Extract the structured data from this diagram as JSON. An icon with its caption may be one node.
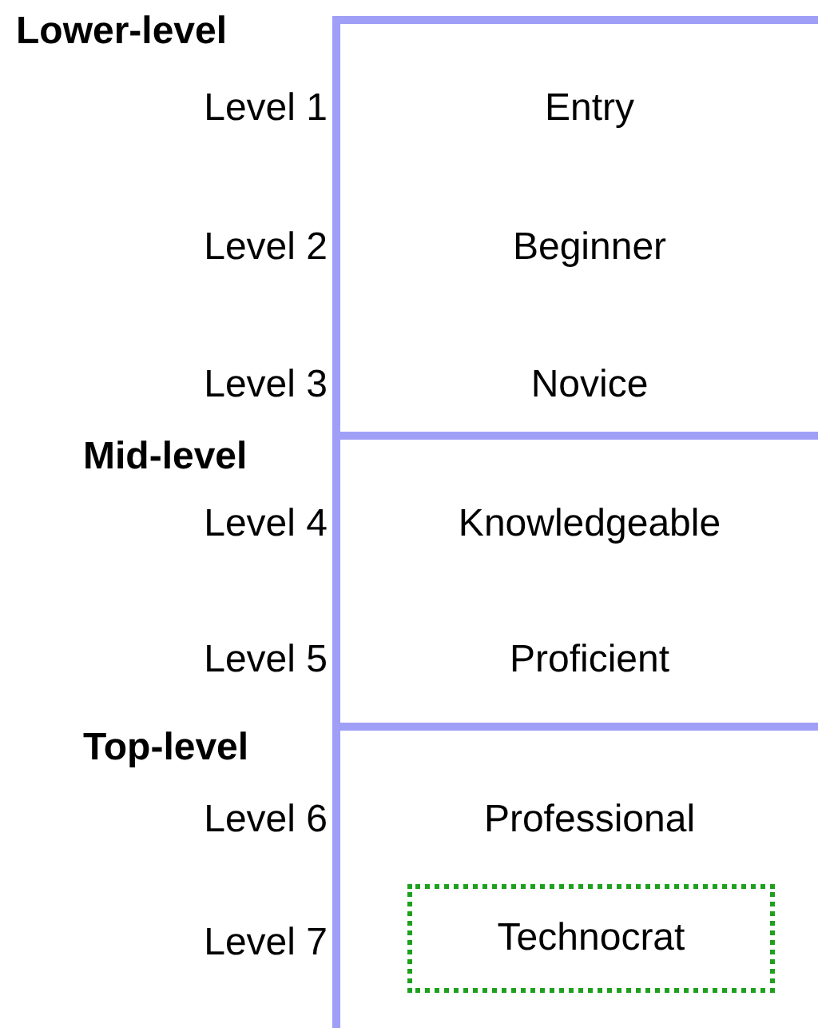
{
  "diagram": {
    "nodes": [
      {
        "text": [
          "Lower-level"
        ]
      },
      {
        "text": [
          "Mid-level"
        ]
      },
      {
        "text": [
          "Top-level"
        ]
      },
      {
        "text": [
          "Technocrat"
        ],
        "in": 2
      }
    ],
    "edges": [],
    "labels": [
      "Level 1",
      "Entry",
      "Level 2",
      "Beginner",
      "Level 3",
      "Novice",
      "Level 4",
      "Knowledgeable",
      "Level 5",
      "Proficient",
      "Level 6",
      "Professional",
      "Level 7"
    ]
  }
}
